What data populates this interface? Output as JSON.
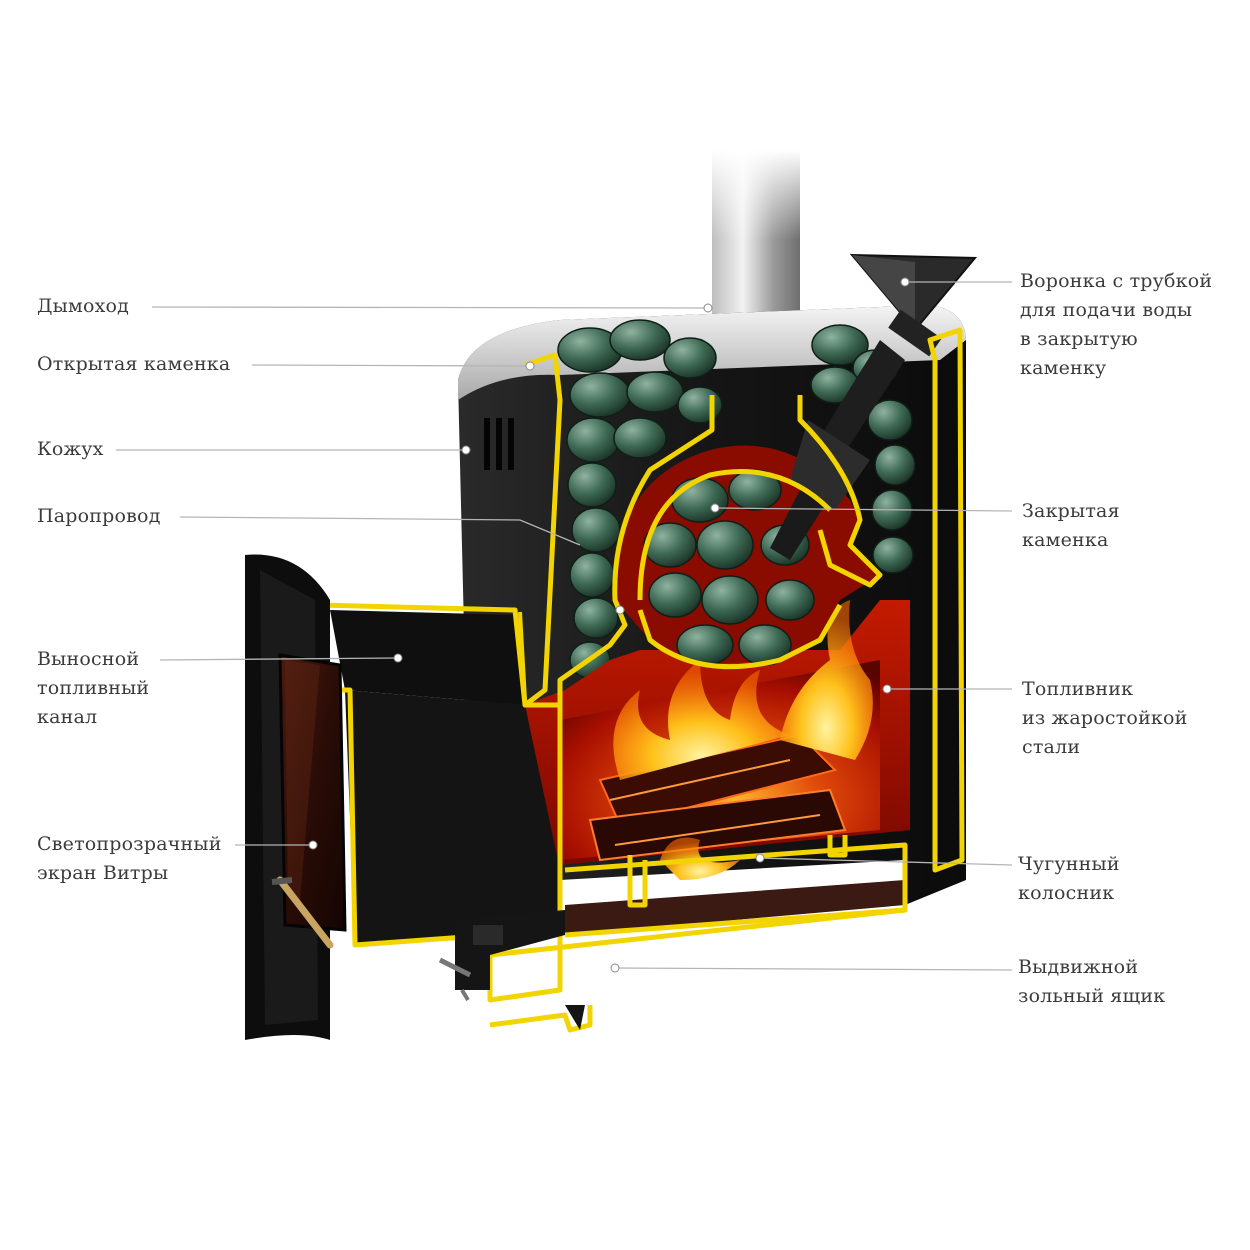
{
  "callouts": {
    "chimney": {
      "lines": [
        "Дымоход"
      ]
    },
    "open_heater": {
      "lines": [
        "Открытая каменка"
      ]
    },
    "casing": {
      "lines": [
        "Кожух"
      ]
    },
    "steam_duct": {
      "lines": [
        "Паропровод"
      ]
    },
    "remote_fuel_channel": {
      "lines": [
        "Выносной",
        "топливный",
        "канал"
      ]
    },
    "glass_screen": {
      "lines": [
        "Светопрозрачный",
        "экран Витры"
      ]
    },
    "water_funnel": {
      "lines": [
        "Воронка с трубкой",
        "для подачи воды",
        "в закрытую",
        "каменку"
      ]
    },
    "closed_heater": {
      "lines": [
        "Закрытая",
        "каменка"
      ]
    },
    "firebox": {
      "lines": [
        "Топливник",
        "из жаростойкой",
        "стали"
      ]
    },
    "cast_iron_grate": {
      "lines": [
        "Чугунный",
        "колосник"
      ]
    },
    "ash_drawer": {
      "lines": [
        "Выдвижной",
        "зольный ящик"
      ]
    }
  },
  "colors": {
    "section_outline": "#f2d400",
    "steel_black": "#151515",
    "fire_red": "#b51200",
    "flame_yellow": "#ffd23a",
    "stone_green": "#3f6a55",
    "leader_line": "#b5b5b5",
    "label_text": "#3b3b3b"
  }
}
